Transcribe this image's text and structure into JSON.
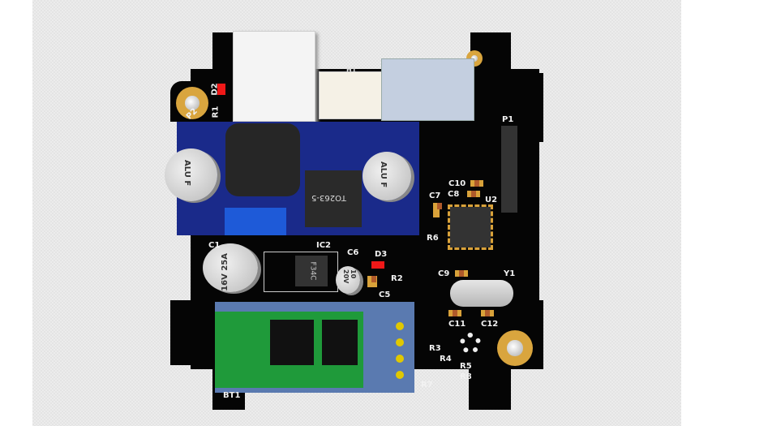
{
  "labels": {
    "d2": "D2",
    "r1": "R1",
    "p2": "P2",
    "h1": "H1",
    "p1": "P1",
    "c10": "C10",
    "c8": "C8",
    "c7": "C7",
    "u2": "U2",
    "r6": "R6",
    "c1": "C1",
    "ic2": "IC2",
    "c6": "C6",
    "d3": "D3",
    "r2": "R2",
    "c5": "C5",
    "c9": "C9",
    "y1": "Y1",
    "c11": "C11",
    "c12": "C12",
    "r3": "R3",
    "r4": "R4",
    "r5": "R5",
    "r8": "R8",
    "r7": "R7",
    "bt1": "BT1"
  },
  "markings": {
    "cap_left": "ALU F",
    "cap_right": "ALU F",
    "regulator": "TO263-5",
    "c1_cap": "16V 25A",
    "c6_cap": "10 20V",
    "ic2_text": "F34C"
  },
  "colors": {
    "board": "#050505",
    "module": "#1a2a8a",
    "bt_module": "#5a7ab0",
    "bt_pcb": "#1f9a3a",
    "pad": "#d9a23a"
  }
}
